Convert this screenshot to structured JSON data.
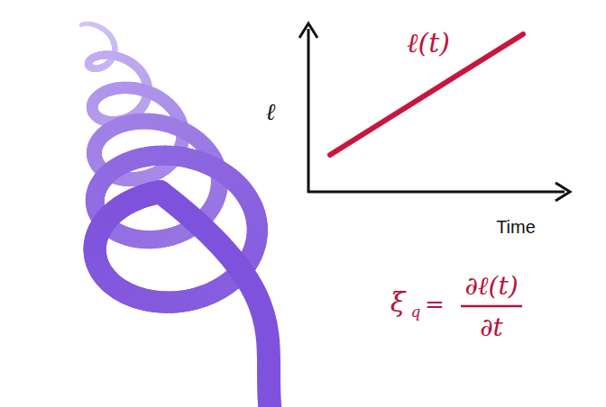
{
  "diagram": {
    "labels": [
      "ℓ(t)",
      "ℓ",
      "Time",
      "ξ",
      "q",
      "=",
      "∂ℓ(t)",
      "∂t"
    ]
  }
}
